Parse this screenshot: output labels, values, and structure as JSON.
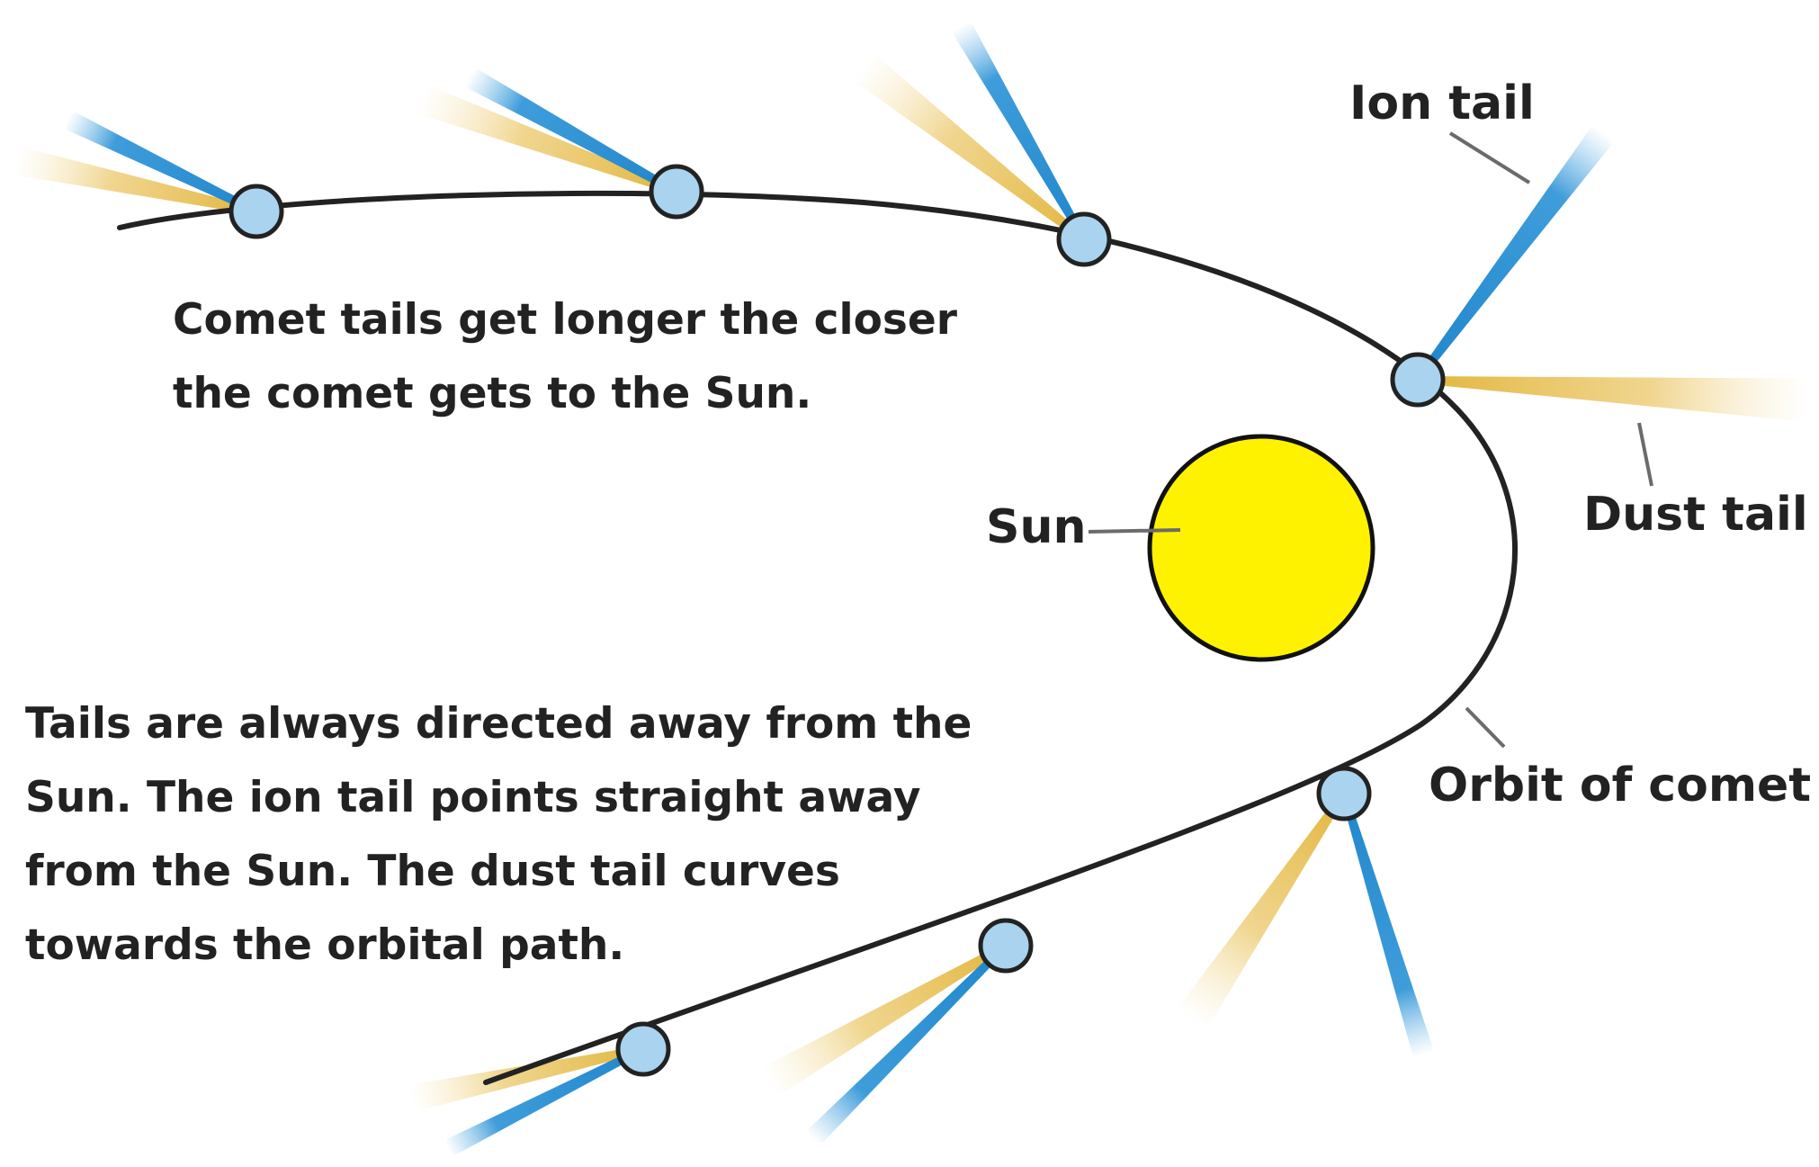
{
  "labels": {
    "ion_tail": "Ion tail",
    "dust_tail": "Dust tail",
    "sun": "Sun",
    "orbit": "Orbit of comet"
  },
  "captions": {
    "tails_longer": [
      "Comet tails get longer the closer",
      "the comet gets to the Sun."
    ],
    "tails_direction": [
      "Tails are always directed away from the",
      "Sun. The ion tail points straight away",
      "from the Sun. The dust tail curves",
      "towards the orbital path."
    ]
  },
  "colors": {
    "ion_tail": "#1f86cc",
    "dust_tail": "#e8c154",
    "comet_nucleus": "#a9d3ef",
    "sun": "#fff200",
    "orbit": "#222222",
    "leader_line": "#6b6b6b"
  }
}
